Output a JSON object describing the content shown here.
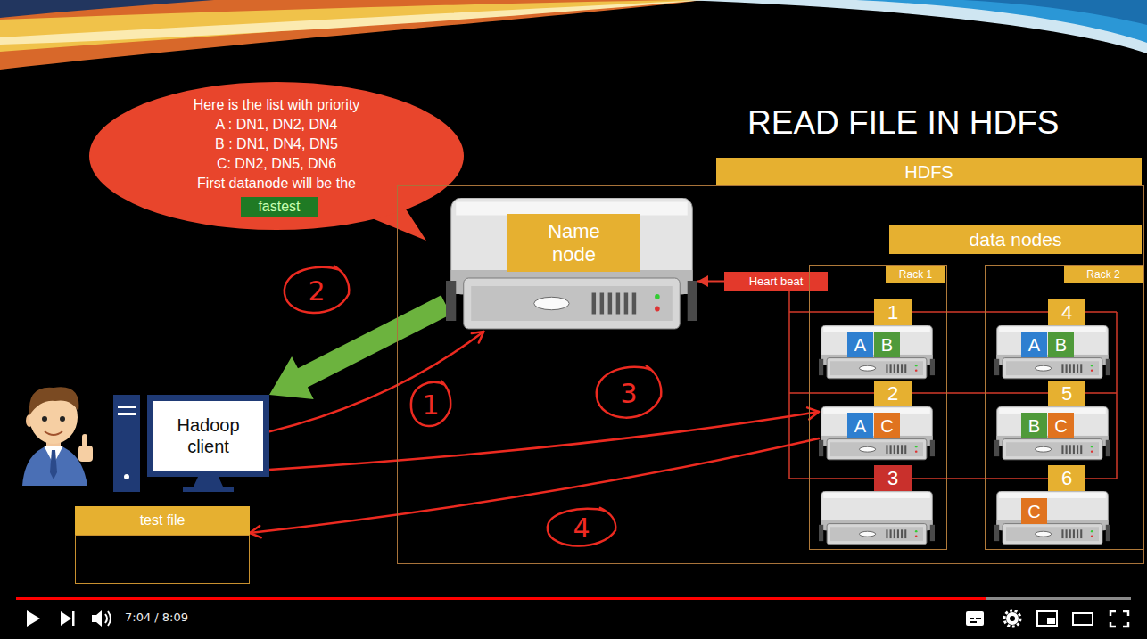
{
  "diagram": {
    "title": "READ FILE IN HDFS",
    "nodes": [
      {
        "text": [
          "Here is the list with priority",
          "A : DN1, DN2, DN4",
          "B : DN1, DN4, DN5",
          "C: DN2, DN5, DN6",
          "First datanode will be the"
        ]
      },
      {
        "text": [
          "fastest"
        ],
        "in": 0
      },
      {
        "text": [
          "HDFS"
        ]
      },
      {
        "text": [
          "Name node"
        ],
        "in": 2
      },
      {
        "text": [
          "Heart beat"
        ],
        "in": 2
      },
      {
        "text": [
          "data nodes"
        ],
        "in": 2
      },
      {
        "text": [
          "Rack 1"
        ],
        "in": 5
      },
      {
        "text": [
          "1"
        ],
        "in": 6
      },
      {
        "text": [
          "A"
        ],
        "in": 7
      },
      {
        "text": [
          "B"
        ],
        "in": 7
      },
      {
        "text": [
          "2"
        ],
        "in": 6
      },
      {
        "text": [
          "A"
        ],
        "in": 10
      },
      {
        "text": [
          "C"
        ],
        "in": 10
      },
      {
        "text": [
          "3"
        ],
        "in": 6
      },
      {
        "text": [
          "Rack 2"
        ],
        "in": 5
      },
      {
        "text": [
          "4"
        ],
        "in": 14
      },
      {
        "text": [
          "A"
        ],
        "in": 15
      },
      {
        "text": [
          "B"
        ],
        "in": 15
      },
      {
        "text": [
          "5"
        ],
        "in": 14
      },
      {
        "text": [
          "B"
        ],
        "in": 18
      },
      {
        "text": [
          "C"
        ],
        "in": 18
      },
      {
        "text": [
          "6"
        ],
        "in": 14
      },
      {
        "text": [
          "C"
        ],
        "in": 21
      },
      {
        "text": [
          "Hadoop client"
        ]
      },
      {
        "text": [
          "test file"
        ]
      }
    ],
    "edges": [
      {
        "from": 4,
        "to": 3,
        "arrow": "to"
      },
      {
        "from": 3,
        "to": 23,
        "arrow": "to"
      },
      {
        "from": 23,
        "to": 3,
        "arrow": "to"
      },
      {
        "from": 23,
        "to": 10,
        "arrow": "to"
      },
      {
        "from": 10,
        "to": 24,
        "arrow": "to"
      }
    ],
    "labels": [
      "2",
      "1",
      "3",
      "4",
      "7:04 / 8:09"
    ]
  }
}
